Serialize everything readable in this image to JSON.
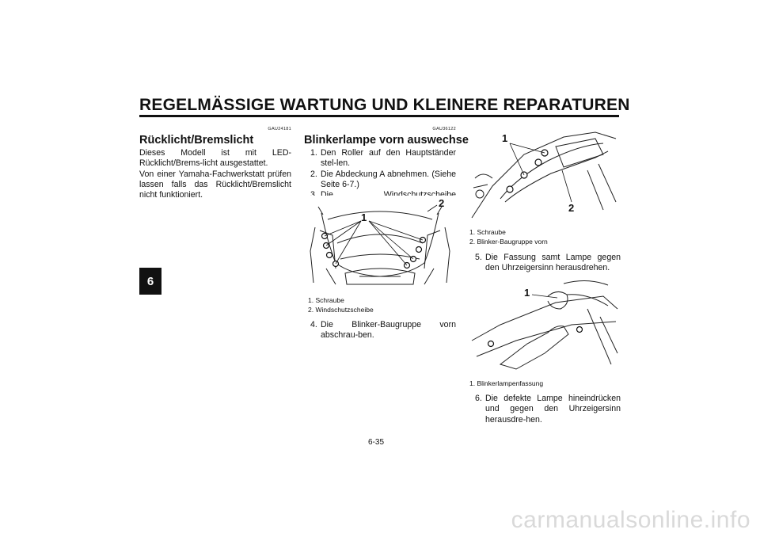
{
  "header": {
    "title": "REGELMÄSSIGE WARTUNG UND KLEINERE REPARATUREN"
  },
  "chapter_tab": "6",
  "left": {
    "code": "GAU24181",
    "heading": "Rücklicht/Bremslicht",
    "paragraphs": [
      "Dieses Modell ist mit LED-Rücklicht/Brems-licht ausgestattet.",
      "Von einer Yamaha-Fachwerkstatt prüfen lassen falls das Rücklicht/Bremslicht nicht funktioniert."
    ]
  },
  "middle": {
    "code": "GAU36122",
    "heading": "Blinkerlampe vorn auswechseln",
    "steps": [
      {
        "num": "1.",
        "text": "Den Roller auf den Hauptständer stel-len."
      },
      {
        "num": "2.",
        "text": "Die Abdeckung A abnehmen. (Siehe Seite 6-7.)"
      },
      {
        "num": "3.",
        "text": "Die Windschutzscheibe abschrauben."
      }
    ],
    "figure_labels": {
      "l1": "1",
      "l2": "2"
    },
    "captions": [
      "1. Schraube",
      "2. Windschutzscheibe"
    ],
    "step4": {
      "num": "4.",
      "text": "Die Blinker-Baugruppe vorn abschrau-ben."
    }
  },
  "right": {
    "figure1_labels": {
      "l1": "1",
      "l2": "2"
    },
    "captions1": [
      "1. Schraube",
      "2. Blinker-Baugruppe vorn"
    ],
    "step5": {
      "num": "5.",
      "text": "Die Fassung samt Lampe gegen den Uhrzeigersinn herausdrehen."
    },
    "figure2_labels": {
      "l1": "1"
    },
    "captions2": [
      "1. Blinkerlampenfassung"
    ],
    "step6": {
      "num": "6.",
      "text": "Die defekte Lampe hineindrücken und gegen den Uhrzeigersinn herausdre-hen."
    }
  },
  "page_number": "6-35",
  "watermark": "carmanualsonline.info"
}
